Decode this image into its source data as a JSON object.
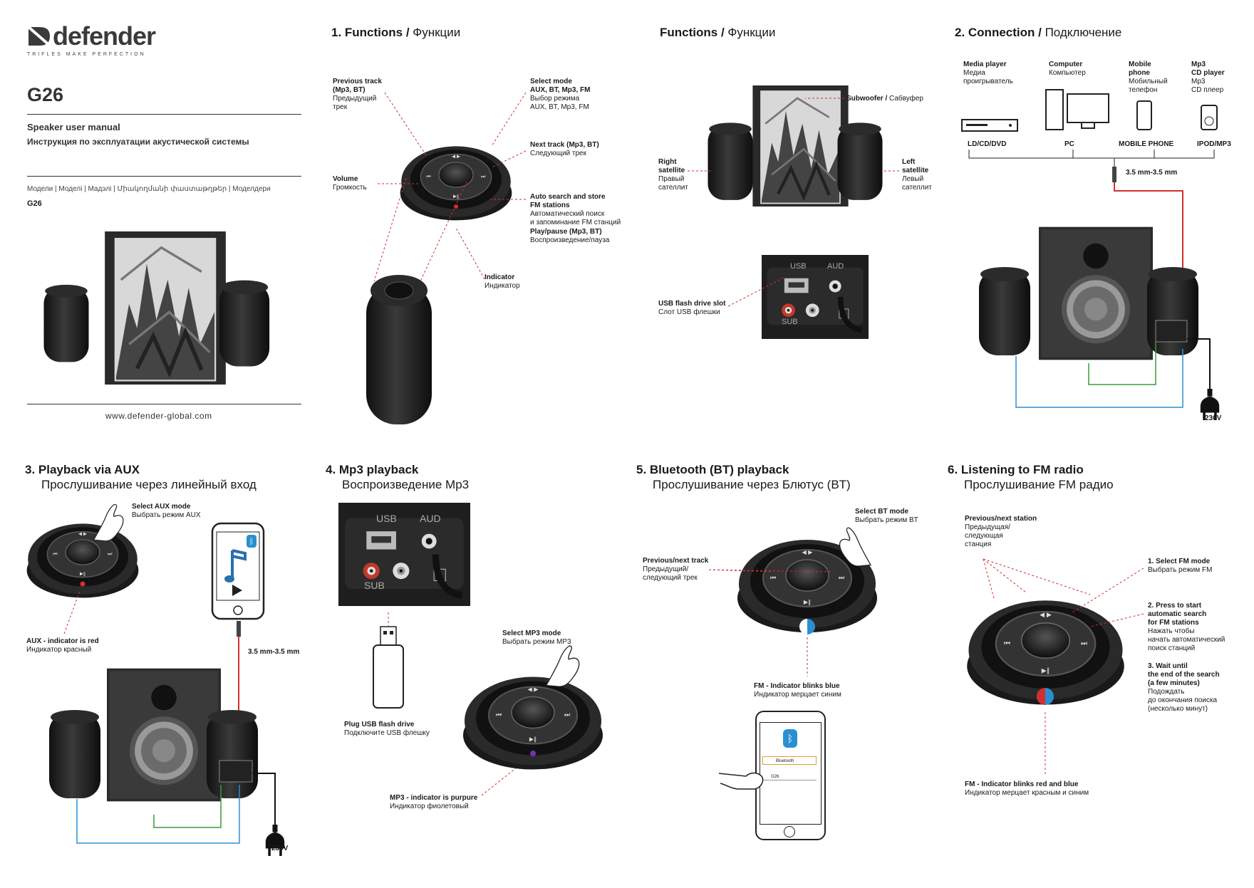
{
  "brand": {
    "name": "defender",
    "tagline": "TRIFLES MAKE PERFECTION"
  },
  "cover": {
    "model": "G26",
    "manual_en": "Speaker user manual",
    "manual_ru": "Инструкция по эксплуатации акустической системы",
    "models_line": "Модели | Моделі | Мадэлі | Միակողմանի փաստաթղթեր | Моделдери",
    "model_small": "G26",
    "website": "www.defender-global.com"
  },
  "functions": {
    "title_en": "1.  Functions /",
    "title_ru": "Функции",
    "prev_en": "Previous track\n(Mp3, BT)",
    "prev_ru": "Предыдущий\nтрек",
    "select_en": "Select mode\nAUX, BT, Mp3, FM",
    "select_ru": "Выбор режима\nAUX, BT, Mp3, FM",
    "next_en": "Next track (Mp3, BT)",
    "next_ru": "Следующий трек",
    "volume_en": "Volume",
    "volume_ru": "Громкость",
    "auto_en": "Auto search and store\nFM stations",
    "auto_ru": "Автоматический поиск\nи запоминание FM станций",
    "play_en": "Play/pause (Mp3, BT)",
    "play_ru": "Воспроизведение/пауза",
    "indicator_en": "Indicator",
    "indicator_ru": "Индикатор"
  },
  "functions2": {
    "title_en": "Functions /",
    "title_ru": "Функции",
    "sub_en": "Subwoofer /",
    "sub_ru": "Сабвуфер",
    "right_en": "Right\nsatellite",
    "right_ru": "Правый\nсателлит",
    "left_en": "Left\nsatellite",
    "left_ru": "Левый\nсателлит",
    "usb_en": "USB flash drive slot",
    "usb_ru": "Слот USB флешки",
    "panel_usb": "USB",
    "panel_aud": "AUD",
    "panel_sub": "SUB"
  },
  "connection": {
    "title_en": "2.  Connection /",
    "title_ru": "Подключение",
    "devices": [
      {
        "en": "Media player",
        "ru": "Медиа\nпроигрыватель",
        "tag": "LD/CD/DVD"
      },
      {
        "en": "Computer",
        "ru": "Компьютер",
        "tag": "PC"
      },
      {
        "en": "Mobile\nphone",
        "ru": "Мобильный\nтелефон",
        "tag": "MOBILE PHONE"
      },
      {
        "en": "Mp3\nCD player",
        "ru": "Mp3\nCD плеер",
        "tag": "IPOD/MP3"
      }
    ],
    "cable": "3.5 mm-3.5 mm",
    "voltage": "230V"
  },
  "aux": {
    "title_en": "3.  Playback via AUX",
    "title_ru": "Прослушивание через линейный вход",
    "select_en": "Select AUX mode",
    "select_ru": "Выбрать режим AUX",
    "ind_en": "AUX - indicator is red",
    "ind_ru": "Индикатор красный",
    "cable": "3.5 mm-3.5 mm",
    "voltage": "230V"
  },
  "mp3": {
    "title_en": "4.  Mp3 playback",
    "title_ru": "Воспроизведение Mp3",
    "plug_en": "Plug USB flash drive",
    "plug_ru": "Подключите USB флешку",
    "select_en": "Select MP3 mode",
    "select_ru": "Выбрать режим MP3",
    "ind_en": "MP3 - indicator is purpure",
    "ind_ru": "Индикатор фиолетовый",
    "panel_usb": "USB",
    "panel_aud": "AUD",
    "panel_sub": "SUB"
  },
  "bt": {
    "title_en": "5.  Bluetooth (BT) playback",
    "title_ru": "Прослушивание через Блютус (BT)",
    "select_en": "Select BT mode",
    "select_ru": "Выбрать режим BT",
    "prev_en": "Previous/next track",
    "prev_ru": "Предыдущий/\nследующий трек",
    "ind_en": "FM - Indicator blinks blue",
    "ind_ru": "Индикатор мерцает синим",
    "phone_bt": "Bluetooth",
    "phone_dev": "G26"
  },
  "fm": {
    "title_en": "6.  Listening to FM radio",
    "title_ru": "Прослушивание FM радио",
    "prev_en": "Previous/next station",
    "prev_ru": "Предыдущая/\nследующая\nстанция",
    "s1_en": "1. Select FM mode",
    "s1_ru": "Выбрать режим FM",
    "s2_en": "2. Press to start\nautomatic search\nfor FM stations",
    "s2_ru": "Нажать чтобы\nначать автоматический\nпоиск станций",
    "s3_en": "3. Wait until\nthe end of the search\n(a few minutes)",
    "s3_ru": "Подождать\nдо окончания поиска\n(несколько минут)",
    "ind_en": "FM - Indicator blinks red and blue",
    "ind_ru": "Индикатор мерцает красным и синим"
  },
  "colors": {
    "accent": "#d32f2f",
    "dark": "#1e1e1e",
    "green": "#3c9a3c",
    "blue": "#2a8fd0",
    "purple": "#7b2fb0"
  }
}
